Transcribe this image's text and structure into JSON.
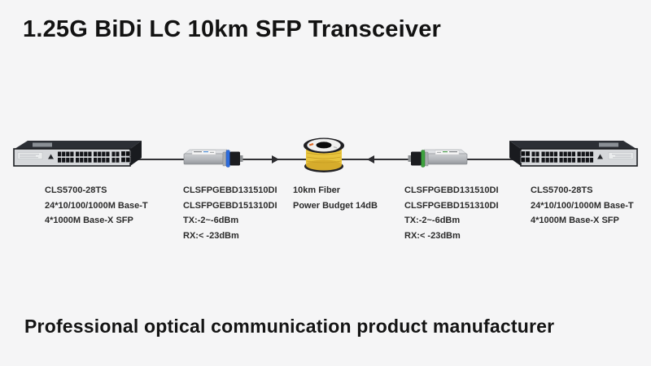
{
  "title": "1.25G BiDi LC 10km SFP Transceiver",
  "footer": "Professional optical communication product manufacturer",
  "colors": {
    "background": "#f5f5f6",
    "text": "#121212",
    "link_line": "#323236",
    "switch_chassis_top": "#2c2f35",
    "switch_front_panel": "#d6d8db",
    "sfp_latch_blue": "#2e6ddd",
    "sfp_latch_green": "#3da23d",
    "fiber_yellow": "#e8c43d"
  },
  "diagram": {
    "switch_left": {
      "lines": [
        "CLS5700-28TS",
        "24*10/100/1000M Base-T",
        "4*1000M Base-X SFP"
      ]
    },
    "sfp_left": {
      "lines": [
        "CLSFPGEBD131510DI",
        "CLSFPGEBD151310DI",
        "TX:-2~-6dBm",
        "RX:< -23dBm"
      ]
    },
    "fiber": {
      "lines": [
        "10km Fiber",
        "Power Budget 14dB"
      ]
    },
    "sfp_right": {
      "lines": [
        "CLSFPGEBD131510DI",
        "CLSFPGEBD151310DI",
        "TX:-2~-6dBm",
        "RX:< -23dBm"
      ]
    },
    "switch_right": {
      "lines": [
        "CLS5700-28TS",
        "24*10/100/1000M Base-T",
        "4*1000M Base-X SFP"
      ]
    }
  }
}
